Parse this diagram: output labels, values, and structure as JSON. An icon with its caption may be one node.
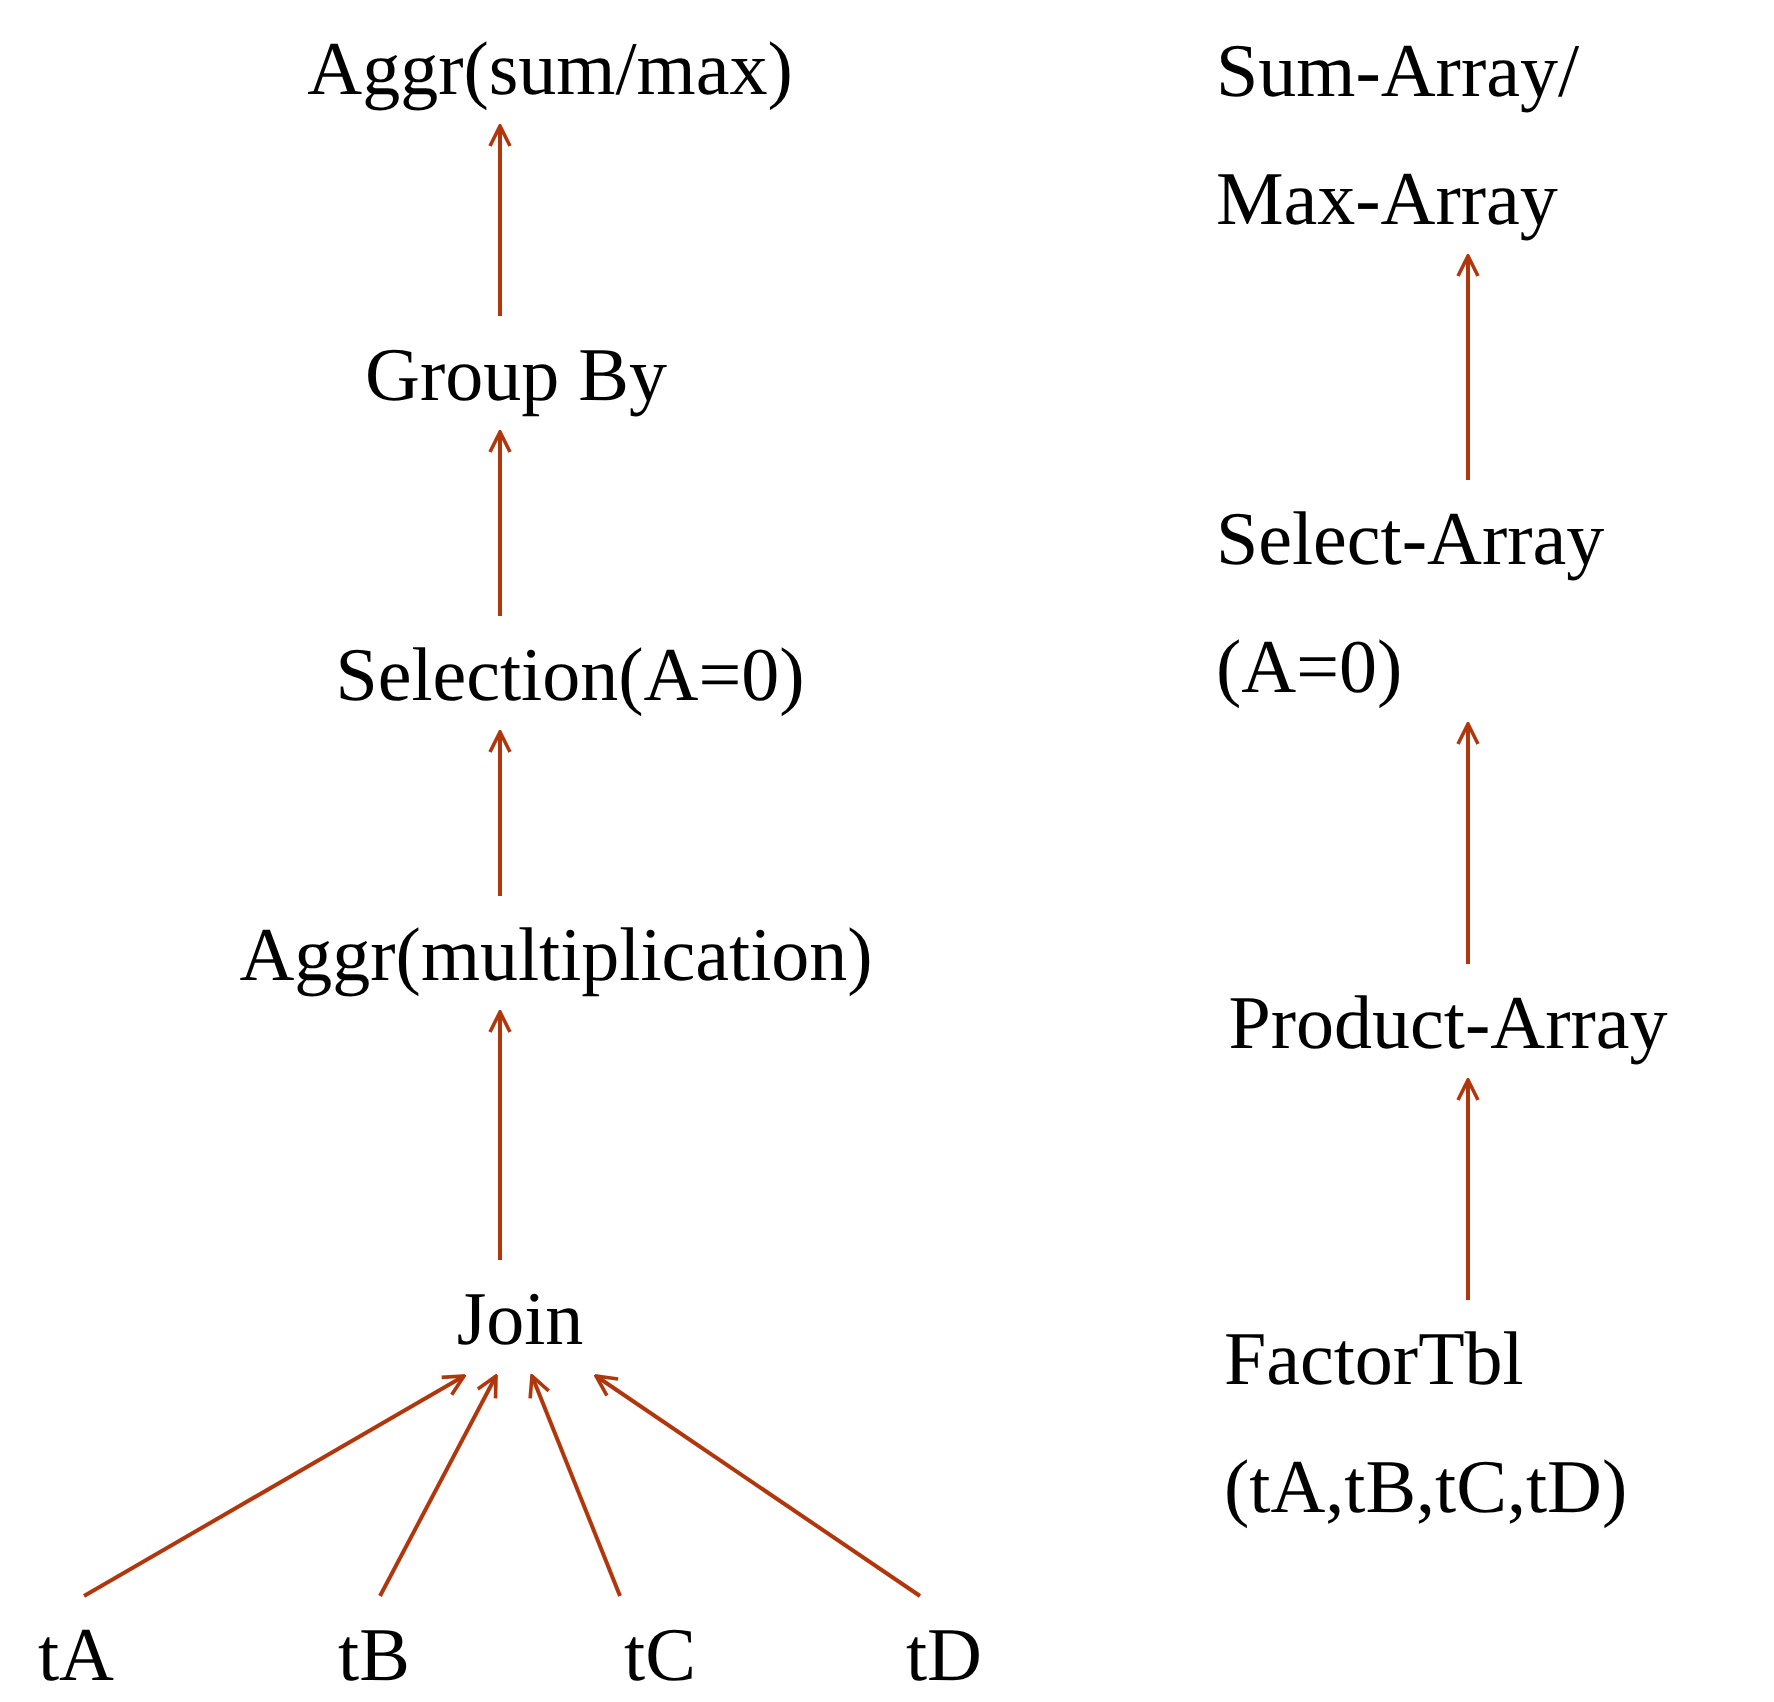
{
  "diagram": {
    "nodes": [
      {
        "text": [
          "Aggr(sum/max)"
        ]
      },
      {
        "text": [
          "Group By"
        ]
      },
      {
        "text": [
          "Selection(A=0)"
        ]
      },
      {
        "text": [
          "Aggr(multiplication)"
        ]
      },
      {
        "text": [
          "Join"
        ]
      },
      {
        "text": [
          "tA"
        ]
      },
      {
        "text": [
          "tB"
        ]
      },
      {
        "text": [
          "tC"
        ]
      },
      {
        "text": [
          "tD"
        ]
      },
      {
        "text": [
          "Sum-Array/ Max-Array"
        ]
      },
      {
        "text": [
          "Select-Array (A=0)"
        ]
      },
      {
        "text": [
          "Product-Array"
        ]
      },
      {
        "text": [
          "FactorTbl (tA,tB,tC,tD)"
        ]
      }
    ],
    "edges": [
      {
        "from": 1,
        "to": 0,
        "arrow": "to",
        "color": "#b0360c"
      },
      {
        "from": 2,
        "to": 1,
        "arrow": "to",
        "color": "#b0360c"
      },
      {
        "from": 3,
        "to": 2,
        "arrow": "to",
        "color": "#b0360c"
      },
      {
        "from": 4,
        "to": 3,
        "arrow": "to",
        "color": "#b0360c"
      },
      {
        "from": 5,
        "to": 4,
        "arrow": "to",
        "color": "#b0360c"
      },
      {
        "from": 6,
        "to": 4,
        "arrow": "to",
        "color": "#b0360c"
      },
      {
        "from": 7,
        "to": 4,
        "arrow": "to",
        "color": "#b0360c"
      },
      {
        "from": 8,
        "to": 4,
        "arrow": "to",
        "color": "#b0360c"
      },
      {
        "from": 10,
        "to": 9,
        "arrow": "to",
        "color": "#b0360c"
      },
      {
        "from": 11,
        "to": 10,
        "arrow": "to",
        "color": "#b0360c"
      },
      {
        "from": 12,
        "to": 11,
        "arrow": "to",
        "color": "#b0360c"
      }
    ]
  }
}
